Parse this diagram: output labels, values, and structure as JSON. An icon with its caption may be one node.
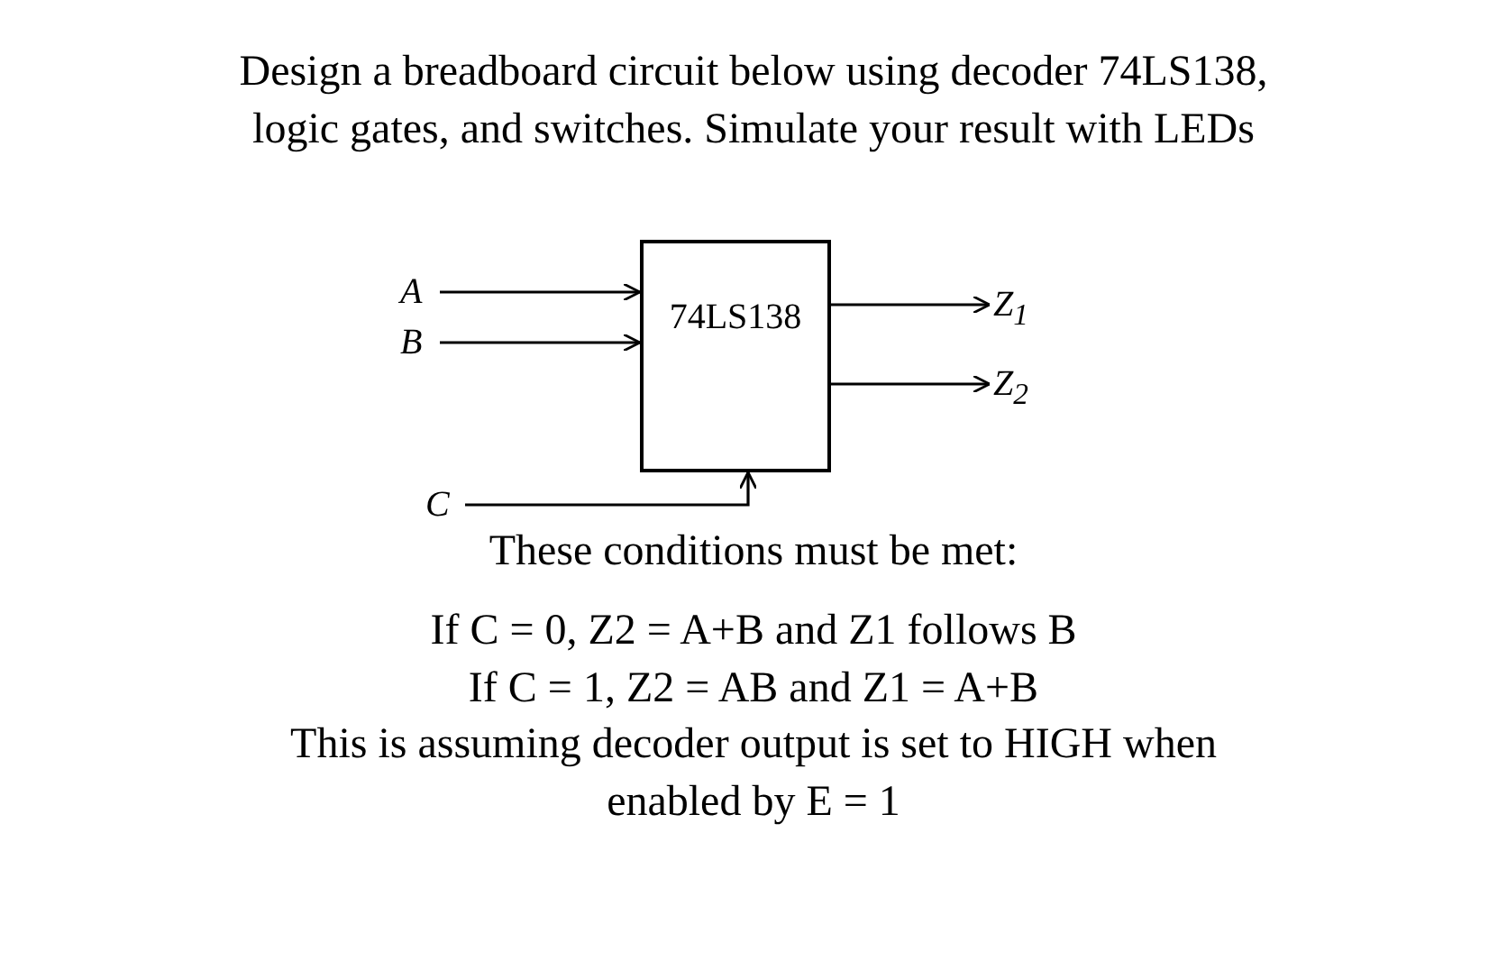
{
  "diagram": {
    "title": "Design a breadboard circuit below using decoder 74LS138, logic gates, and switches. Simulate your result with LEDs",
    "nodes": [
      {
        "text": [
          "74LS138"
        ]
      },
      {
        "text": [
          "A"
        ]
      },
      {
        "text": [
          "B"
        ]
      },
      {
        "text": [
          "C"
        ]
      },
      {
        "text": [
          "Z$_{1}$"
        ]
      },
      {
        "text": [
          "Z$_{2}$"
        ]
      }
    ],
    "edges": [
      {
        "from": 1,
        "to": 0,
        "arrow": "to"
      },
      {
        "from": 2,
        "to": 0,
        "arrow": "to"
      },
      {
        "from": 3,
        "to": 0,
        "arrow": "to"
      },
      {
        "from": 0,
        "to": 4,
        "arrow": "to"
      },
      {
        "from": 0,
        "to": 5,
        "arrow": "to"
      }
    ],
    "labels": [
      "These conditions must be met:",
      "If C = 0, Z2 = A+B and Z1 follows B",
      "If C = 1, Z2 = AB and Z1 = A+B",
      "This is assuming decoder output is set to HIGH when enabled by E = 1"
    ]
  }
}
